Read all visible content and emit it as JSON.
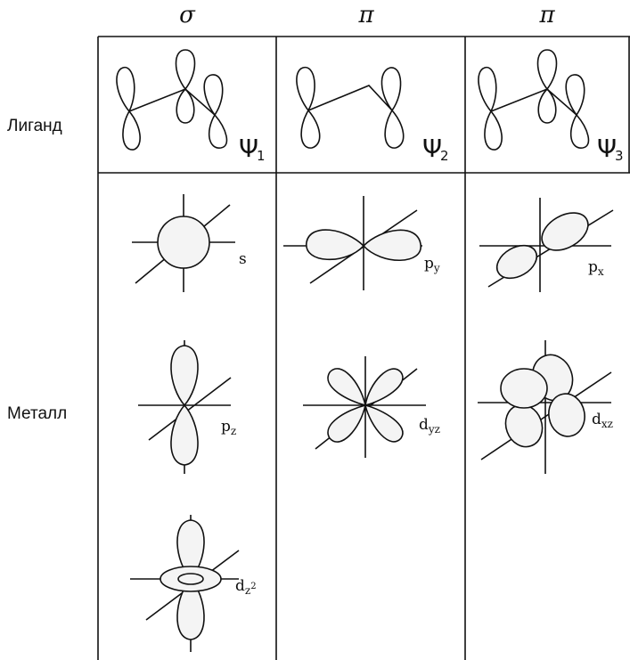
{
  "headers": {
    "sigma": "σ",
    "pi1": "π",
    "pi2": "π"
  },
  "rows": {
    "ligand": "Лиганд",
    "metal": "Металл"
  },
  "ligand_orbitals": {
    "psi1": {
      "letter": "Ψ",
      "index": "1"
    },
    "psi2": {
      "letter": "Ψ",
      "index": "2"
    },
    "psi3": {
      "letter": "Ψ",
      "index": "3"
    }
  },
  "metal_orbitals": {
    "s": {
      "main": "s",
      "sub": "",
      "sup": ""
    },
    "py": {
      "main": "p",
      "sub": "y",
      "sup": ""
    },
    "px": {
      "main": "p",
      "sub": "x",
      "sup": ""
    },
    "pz": {
      "main": "p",
      "sub": "z",
      "sup": ""
    },
    "dyz": {
      "main": "d",
      "sub": "yz",
      "sup": ""
    },
    "dxz": {
      "main": "d",
      "sub": "xz",
      "sup": ""
    },
    "dz2": {
      "main": "d",
      "sub": "z",
      "sup": "2"
    }
  }
}
